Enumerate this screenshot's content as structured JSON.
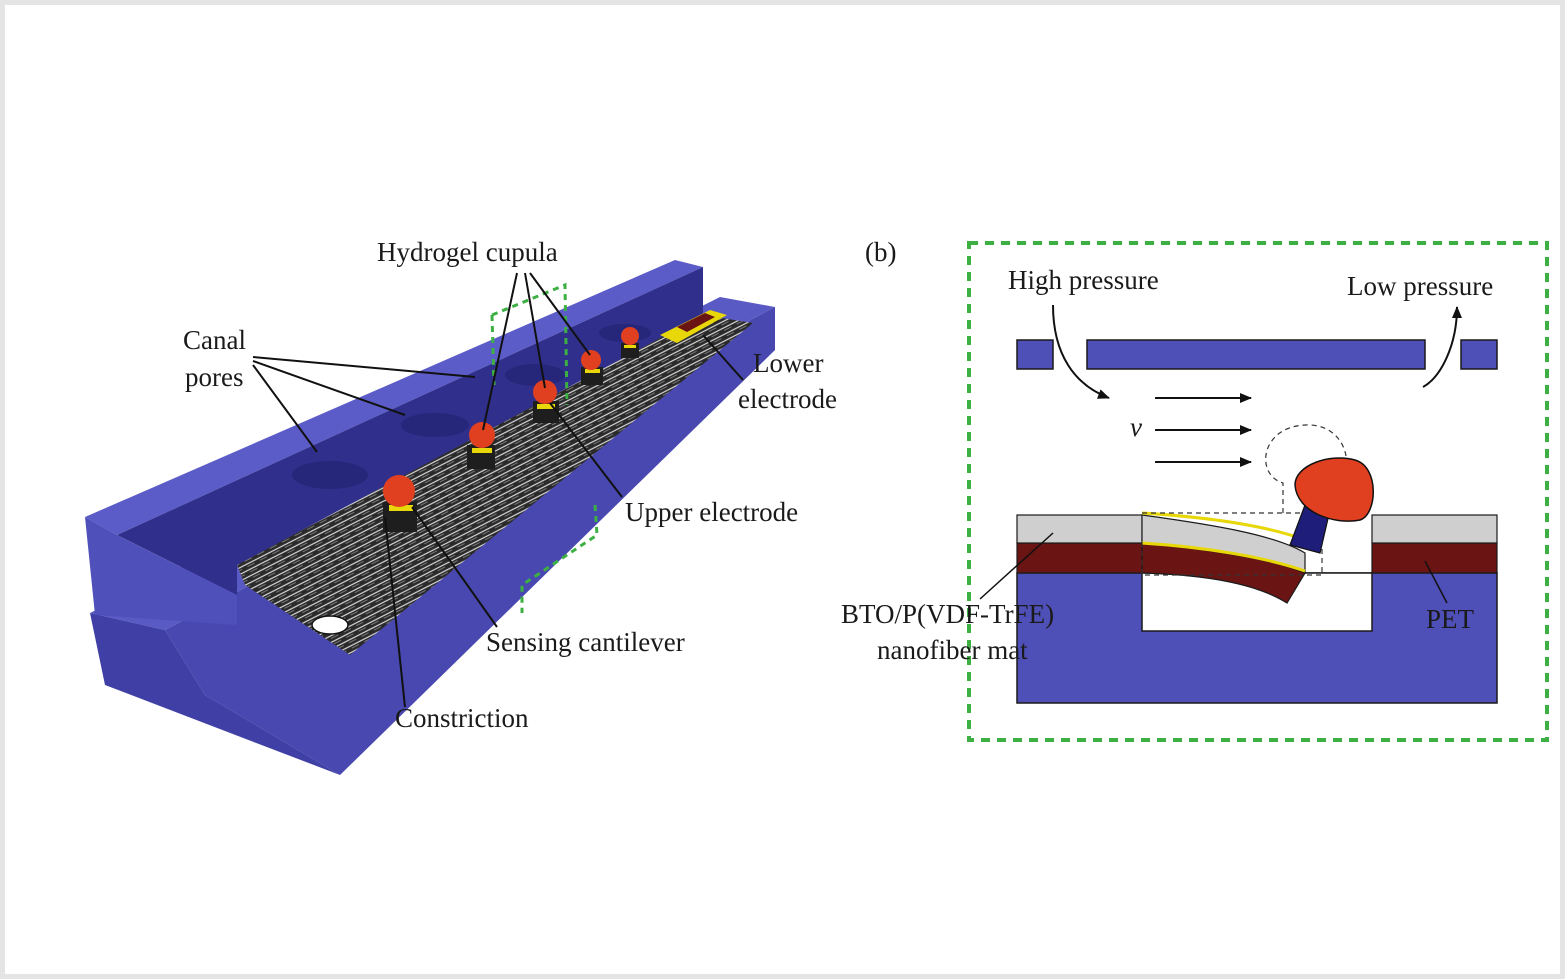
{
  "panel_b": {
    "tag": "(b)",
    "high_pressure": "High pressure",
    "low_pressure": "Low pressure",
    "velocity": "v",
    "material_line1": "BTO/P(VDF-TrFE)",
    "material_line2": "nanofiber mat",
    "pet": "PET"
  },
  "panel_a": {
    "hydrogel_cupula": "Hydrogel cupula",
    "canal_line1": "Canal",
    "canal_line2": "pores",
    "lower_line1": "Lower",
    "lower_line2": "electrode",
    "upper_electrode": "Upper electrode",
    "sensing_cantilever": "Sensing cantilever",
    "constriction": "Constriction"
  },
  "colors": {
    "blue_body": "#4f4fb8",
    "blue_dark": "#2e2e8a",
    "red_cupula": "#e04020",
    "gray_layer": "#cfcfcf",
    "pet_layer": "#6b1414",
    "electrode_yellow": "#e8d80a",
    "callout_green": "#3cb043"
  }
}
